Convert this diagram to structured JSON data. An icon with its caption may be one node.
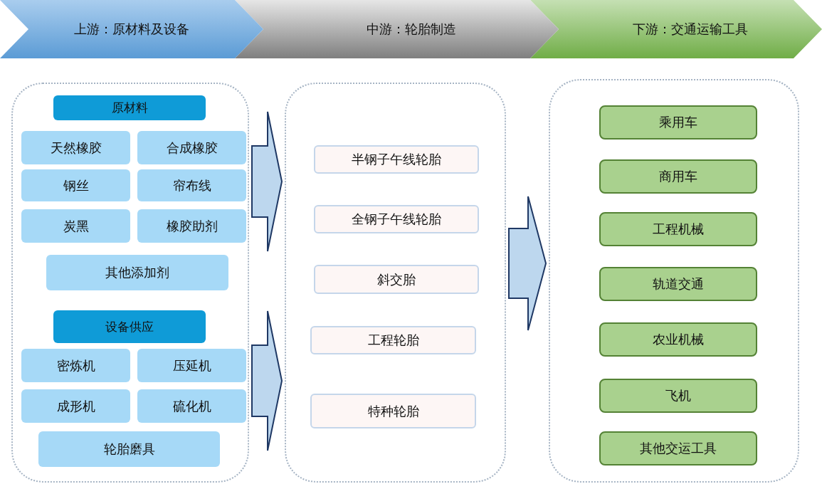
{
  "diagram": {
    "nodes": [
      {
        "text": [
          "上游：原材料及设备"
        ]
      },
      {
        "text": [
          "中游：轮胎制造"
        ]
      },
      {
        "text": [
          "下游：交通运输工具"
        ]
      },
      {
        "text": [],
        "shape": "box"
      },
      {
        "text": [
          "原材料"
        ],
        "in": 3
      },
      {
        "text": [
          "天然橡胶"
        ],
        "in": 3
      },
      {
        "text": [
          "合成橡胶"
        ],
        "in": 3
      },
      {
        "text": [
          "钢丝"
        ],
        "in": 3
      },
      {
        "text": [
          "帘布线"
        ],
        "in": 3
      },
      {
        "text": [
          "炭黑"
        ],
        "in": 3
      },
      {
        "text": [
          "橡胶助剂"
        ],
        "in": 3
      },
      {
        "text": [
          "其他添加剂"
        ],
        "in": 3
      },
      {
        "text": [
          "设备供应"
        ],
        "in": 3
      },
      {
        "text": [
          "密炼机"
        ],
        "in": 3
      },
      {
        "text": [
          "压延机"
        ],
        "in": 3
      },
      {
        "text": [
          "成形机"
        ],
        "in": 3
      },
      {
        "text": [
          "硫化机"
        ],
        "in": 3
      },
      {
        "text": [
          "轮胎磨具"
        ],
        "in": 3
      },
      {
        "text": [],
        "shape": "box"
      },
      {
        "text": [
          "半钢子午线轮胎"
        ],
        "in": 18
      },
      {
        "text": [
          "全钢子午线轮胎"
        ],
        "in": 18
      },
      {
        "text": [
          "斜交胎"
        ],
        "in": 18
      },
      {
        "text": [
          "工程轮胎"
        ],
        "in": 18
      },
      {
        "text": [
          "特种轮胎"
        ],
        "in": 18
      },
      {
        "text": [],
        "shape": "box"
      },
      {
        "text": [
          "乘用车"
        ],
        "in": 24
      },
      {
        "text": [
          "商用车"
        ],
        "in": 24
      },
      {
        "text": [
          "工程机械"
        ],
        "in": 24
      },
      {
        "text": [
          "轨道交通"
        ],
        "in": 24
      },
      {
        "text": [
          "农业机械"
        ],
        "in": 24
      },
      {
        "text": [
          "飞机"
        ],
        "in": 24
      },
      {
        "text": [
          "其他交运工具"
        ],
        "in": 24
      }
    ],
    "edges": [
      {
        "from": 3,
        "to": 18,
        "arrow": "to"
      },
      {
        "from": 3,
        "to": 18,
        "arrow": "to"
      },
      {
        "from": 18,
        "to": 24,
        "arrow": "to"
      }
    ]
  }
}
